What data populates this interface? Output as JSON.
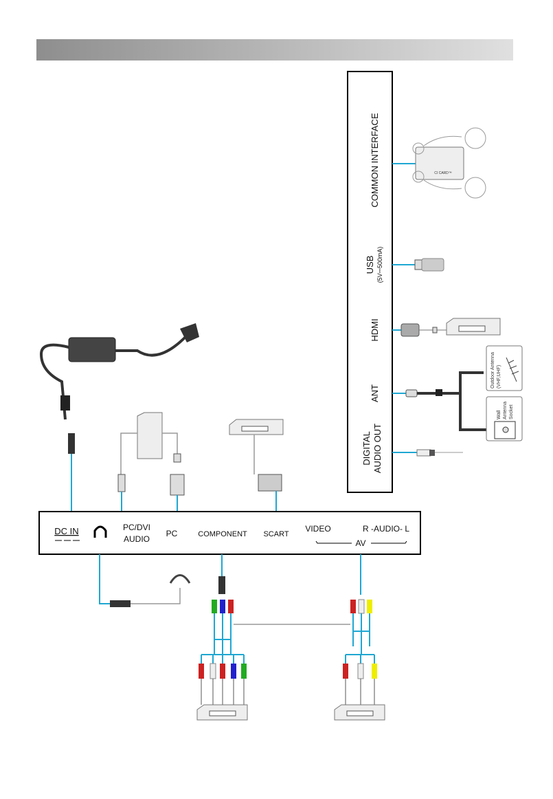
{
  "colors": {
    "connector_line": "#1ea7d2",
    "header_bar": "#a8a8a8",
    "panel_border": "#000000"
  },
  "side_panel": {
    "ports": [
      {
        "label": "COMMON INTERFACE",
        "device": "CI CARD™"
      },
      {
        "label": "USB",
        "sublabel": "(5V⎓500mA)"
      },
      {
        "label": "HDMI"
      },
      {
        "label": "ANT",
        "outdoor": [
          "Outdoor Antenna",
          "(VHF,UHF)"
        ],
        "wall": [
          "Wall",
          "Antenna",
          "Socket"
        ]
      },
      {
        "label_line1": "DIGITAL",
        "label_line2": "AUDIO OUT"
      }
    ]
  },
  "bottom_panel": {
    "dc_in": "DC IN",
    "headphone_icon": "headphone-icon",
    "pc_dvi_audio_line1": "PC/DVI",
    "pc_dvi_audio_line2": "AUDIO",
    "pc": "PC",
    "component": "COMPONENT",
    "scart": "SCART",
    "video": "VIDEO",
    "audio": "R -AUDIO- L",
    "av": "AV"
  }
}
